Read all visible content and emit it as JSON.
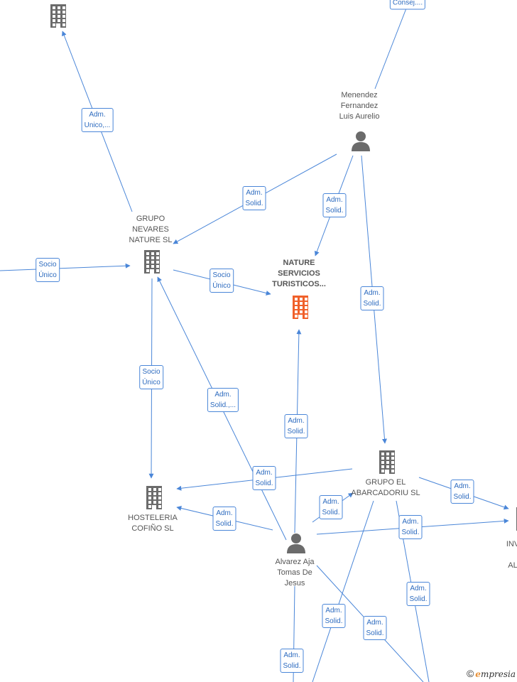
{
  "colors": {
    "edge": "#4a86d8",
    "node_icon": "#6b6b6b",
    "main_node_icon": "#f0602a",
    "label_text": "#555555"
  },
  "nodes": [
    {
      "id": "company_top",
      "icon": "building-icon",
      "lines": []
    },
    {
      "id": "grupo_nevares",
      "icon": "building-icon",
      "lines": [
        "GRUPO",
        "NEVARES",
        "NATURE  SL"
      ]
    },
    {
      "id": "nature_servicios",
      "icon": "building-icon",
      "main": true,
      "lines": [
        "NATURE",
        "SERVICIOS",
        "TURISTICOS..."
      ]
    },
    {
      "id": "menendez",
      "icon": "person-icon",
      "lines": [
        "Menendez",
        "Fernandez",
        "Luis Aurelio"
      ]
    },
    {
      "id": "grupo_el_abarcadoriu",
      "icon": "building-icon",
      "lines": [
        "GRUPO EL",
        "ABARCADORIU SL"
      ]
    },
    {
      "id": "hosteleria_cofino",
      "icon": "building-icon",
      "lines": [
        "HOSTELERIA",
        "COFIÑO SL"
      ]
    },
    {
      "id": "alvarez_aja",
      "icon": "person-icon",
      "lines": [
        "Alvarez Aja",
        "Tomas De",
        "Jesus"
      ]
    },
    {
      "id": "inv_partial",
      "icon": "building-icon",
      "lines": [
        "INV",
        "",
        "AL"
      ]
    }
  ],
  "edge_labels": [
    {
      "id": "e_consej",
      "lines": [
        "Consej...."
      ]
    },
    {
      "id": "e_adm_unico",
      "lines": [
        "Adm.",
        "Unico,..."
      ]
    },
    {
      "id": "e_menendez_nevares",
      "lines": [
        "Adm.",
        "Solid."
      ]
    },
    {
      "id": "e_menendez_nature",
      "lines": [
        "Adm.",
        "Solid."
      ]
    },
    {
      "id": "e_socio_left",
      "lines": [
        "Socio",
        "Único"
      ]
    },
    {
      "id": "e_socio_nature",
      "lines": [
        "Socio",
        "Único"
      ]
    },
    {
      "id": "e_menendez_abarcadoriu",
      "lines": [
        "Adm.",
        "Solid."
      ]
    },
    {
      "id": "e_socio_hosteleria",
      "lines": [
        "Socio",
        "Único"
      ]
    },
    {
      "id": "e_alvarez_nevares",
      "lines": [
        "Adm.",
        "Solid.,..."
      ]
    },
    {
      "id": "e_alvarez_nature",
      "lines": [
        "Adm.",
        "Solid."
      ]
    },
    {
      "id": "e_abarcadoriu_hosteleria",
      "lines": [
        "Adm.",
        "Solid."
      ]
    },
    {
      "id": "e_alvarez_hosteleria",
      "lines": [
        "Adm.",
        "Solid."
      ]
    },
    {
      "id": "e_alvarez_abarcadoriu",
      "lines": [
        "Adm.",
        "Solid."
      ]
    },
    {
      "id": "e_abarcadoriu_inv",
      "lines": [
        "Adm.",
        "Solid."
      ]
    },
    {
      "id": "e_alvarez_inv",
      "lines": [
        "Adm.",
        "Solid."
      ]
    },
    {
      "id": "e_abarcadoriu_down",
      "lines": [
        "Adm.",
        "Solid."
      ]
    },
    {
      "id": "e_abarcadoriu_bottom",
      "lines": [
        "Adm.",
        "Solid."
      ]
    },
    {
      "id": "e_alvarez_bottom_right",
      "lines": [
        "Adm.",
        "Solid."
      ]
    },
    {
      "id": "e_alvarez_bottom",
      "lines": [
        "Adm.",
        "Solid."
      ]
    }
  ],
  "watermark": {
    "copyright": "©",
    "brand_initial": "e",
    "brand_rest": "mpresia"
  }
}
